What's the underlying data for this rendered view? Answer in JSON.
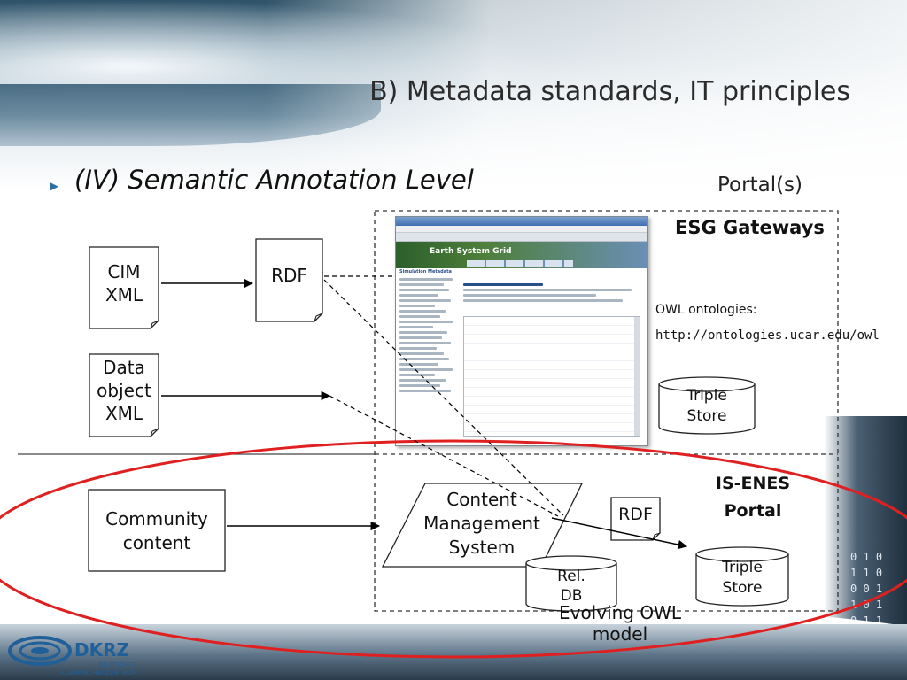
{
  "slide": {
    "title": "B) Metadata standards, IT principles",
    "subtitle": "(IV) Semantic Annotation Level"
  },
  "diagram": {
    "portal_label": "Portal(s)",
    "esg_gateways": "ESG Gateways",
    "owl_ontologies": "OWL ontologies:",
    "owl_url": "http://ontologies.ucar.edu/owl",
    "is_enes_1": "IS-ENES",
    "is_enes_2": "Portal",
    "cim_xml_1": "CIM",
    "cim_xml_2": "XML",
    "data_object_1": "Data",
    "data_object_2": "object",
    "data_object_3": "XML",
    "rdf_top": "RDF",
    "rdf_bottom": "RDF",
    "community_1": "Community",
    "community_2": "content",
    "cms_1": "Content",
    "cms_2": "Management",
    "cms_3": "System",
    "triple_store_top_1": "Triple",
    "triple_store_top_2": "Store",
    "triple_store_bottom_1": "Triple",
    "triple_store_bottom_2": "Store",
    "rel_db_1": "Rel.",
    "rel_db_2": "DB",
    "evolving_1": "Evolving OWL",
    "evolving_2": "model"
  },
  "portal_screenshot": {
    "site_title": "Earth System Grid",
    "section": "Simulation Metadata"
  },
  "logo": {
    "name": "DKRZ",
    "line1": "DEUTSCHES",
    "line2": "KLIMARECHENZENTRUM"
  },
  "colors": {
    "accent_red": "#e02020",
    "bullet_blue": "#2d6fa0",
    "logo_blue": "#1f5f9a"
  }
}
